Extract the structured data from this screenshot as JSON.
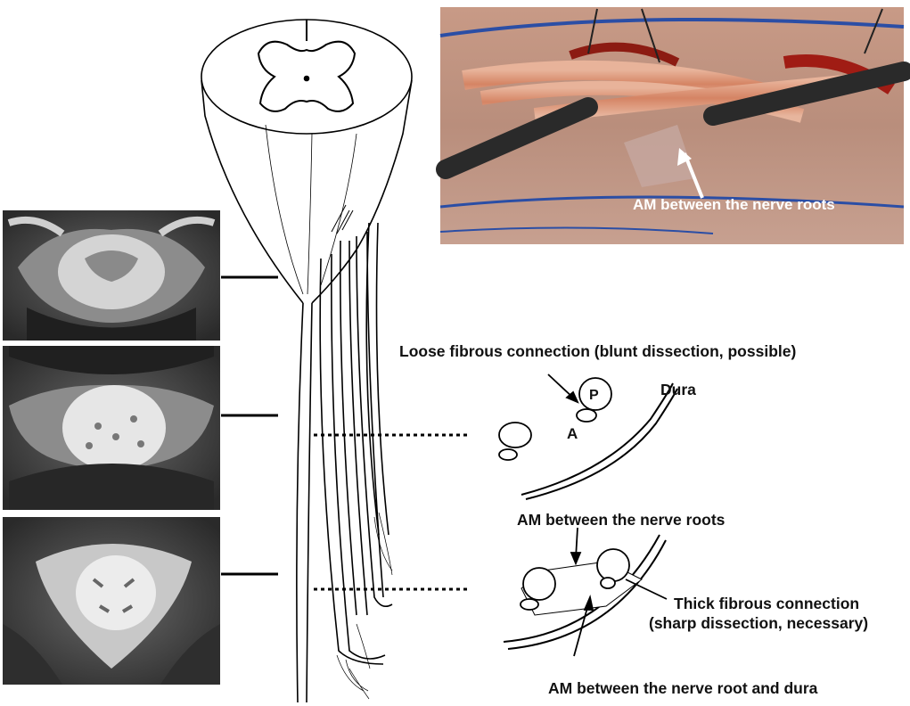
{
  "photo": {
    "caption": "AM between the nerve roots"
  },
  "labels": {
    "loose": "Loose fibrous connection (blunt dissection, possible)",
    "dura": "Dura",
    "p": "P",
    "a": "A",
    "am_roots": "AM between the nerve roots",
    "thick_line1": "Thick fibrous connection",
    "thick_line2": "(sharp dissection, necessary)",
    "am_dura": "AM between the nerve root and dura"
  },
  "mri": {
    "panels": [
      "upper axial slice",
      "middle axial slice",
      "lower axial slice"
    ]
  }
}
